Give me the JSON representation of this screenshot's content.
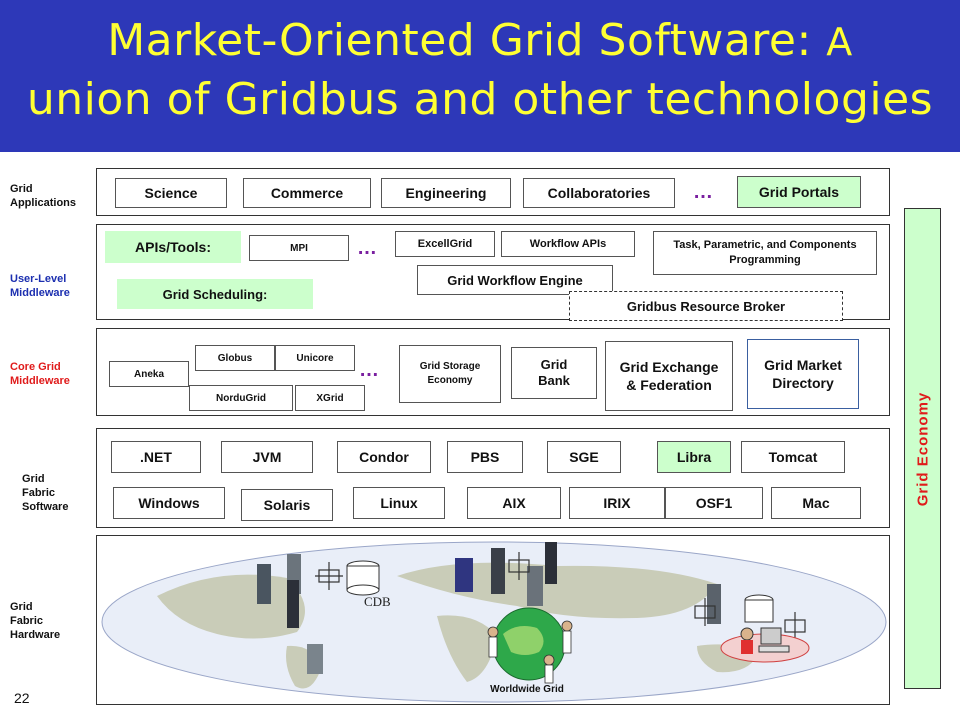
{
  "title": {
    "main": "Market-Oriented Grid Software: ",
    "suffix_a": "A",
    "line2": "union of Gridbus and other technologies"
  },
  "side_labels": {
    "apps": [
      "Grid",
      "Applications"
    ],
    "user_mw": [
      "User-Level",
      "Middleware"
    ],
    "core_mw": [
      "Core Grid",
      "Middleware"
    ],
    "fabric_sw": [
      "Grid",
      "Fabric",
      "Software"
    ],
    "fabric_hw": [
      "Grid",
      "Fabric",
      "Hardware"
    ]
  },
  "side_label_colors": {
    "user_mw": "#1c2fb0",
    "core_mw": "#e01b1b",
    "default": "#111111"
  },
  "applications": {
    "items": [
      "Science",
      "Commerce",
      "Engineering",
      "Collaboratories"
    ],
    "portal": "Grid Portals",
    "dots": "…"
  },
  "user_middleware": {
    "apis_label": "APIs/Tools:",
    "mpi": "MPI",
    "excellgrid": "ExcellGrid",
    "workflow_apis": "Workflow APIs",
    "task_programming": "Task, Parametric, and Components Programming",
    "workflow_engine": "Grid Workflow Engine",
    "scheduling_label": "Grid Scheduling:",
    "resource_broker": "Gridbus Resource Broker",
    "dots": "…"
  },
  "core_middleware": {
    "aneka": "Aneka",
    "globus": "Globus",
    "unicore": "Unicore",
    "nordugrid": "NorduGrid",
    "xgrid": "XGrid",
    "storage_economy": "Grid Storage Economy",
    "bank": "Grid Bank",
    "exchange": "Grid Exchange & Federation",
    "market_directory": "Grid Market Directory",
    "dots": "…"
  },
  "fabric_software": {
    "row1": [
      ".NET",
      "JVM",
      "Condor",
      "PBS",
      "SGE",
      "Libra",
      "Tomcat"
    ],
    "row2": [
      "Windows",
      "Solaris",
      "Linux",
      "AIX",
      "IRIX",
      "OSF1",
      "Mac"
    ]
  },
  "fabric_hardware": {
    "cdb_label": "CDB",
    "caption": "Worldwide Grid"
  },
  "grid_economy": "Grid Economy",
  "page_number": "22",
  "colors": {
    "title_bg": "#2d38b8",
    "title_text": "#ffff33",
    "green_box": "#ccffcc",
    "economy_text": "#e01b1b",
    "dots": "#7a1fa0"
  }
}
